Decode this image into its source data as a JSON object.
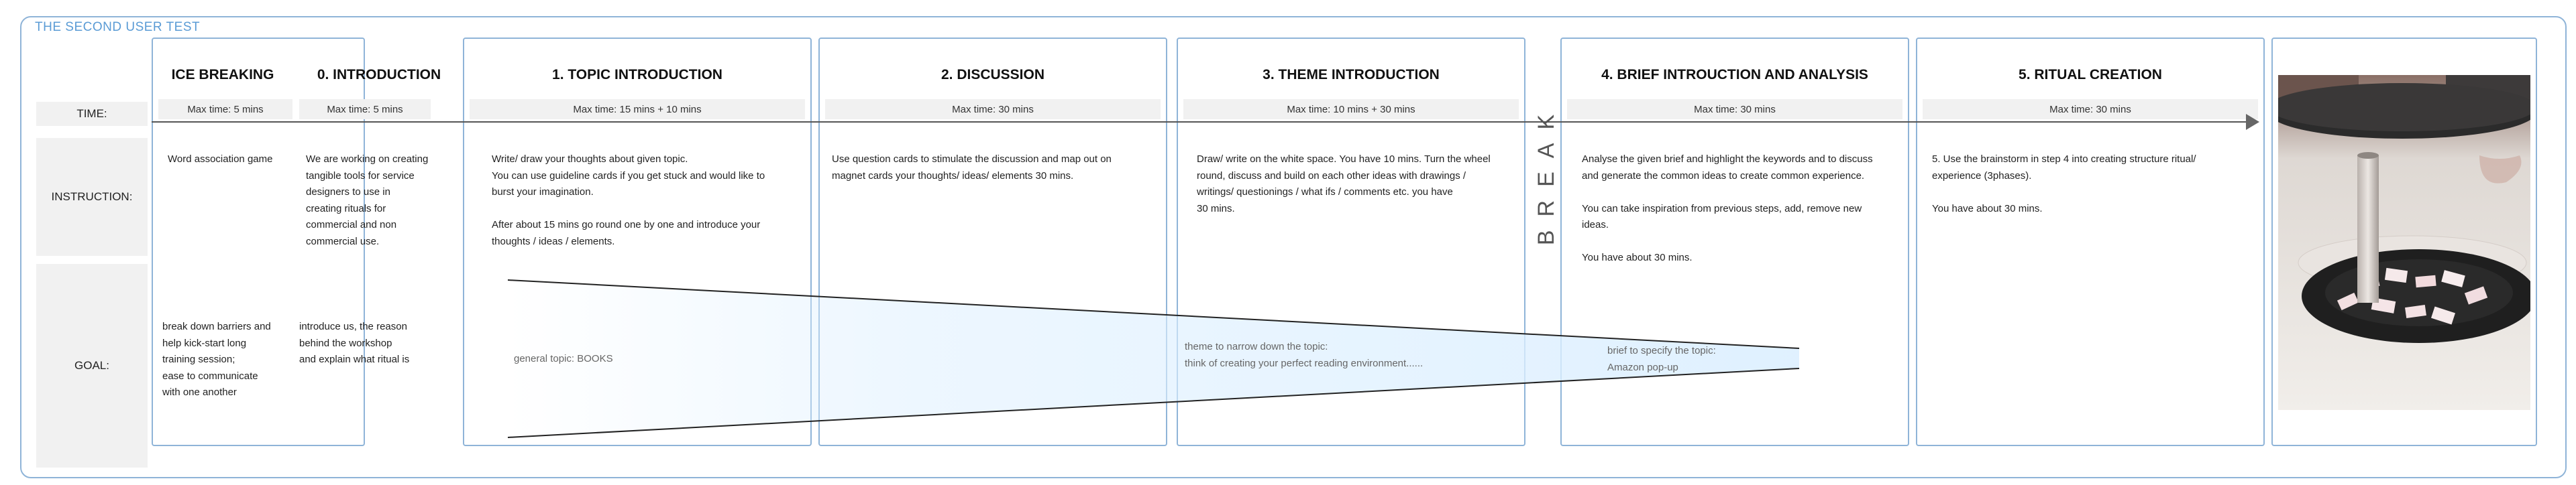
{
  "title": "THE SECOND USER TEST",
  "row_labels": {
    "time": "TIME:",
    "instruction": "INSTRUCTION:",
    "goal": "GOAL:"
  },
  "break_label": "BREAK",
  "stages": {
    "ice": {
      "header": "ICE BREAKING",
      "time": "Max time: 5 mins",
      "instruction": "Word association game",
      "goal": "break down barriers and\nhelp kick-start long\ntraining session;\nease to communicate\nwith one another"
    },
    "intro": {
      "header": "0. INTRODUCTION",
      "time": "Max time: 5 mins",
      "instruction": "We are working on creating\ntangible tools for service\ndesigners to use in\ncreating rituals for\ncommercial and non\ncommercial use.",
      "goal": "introduce us, the reason\nbehind the workshop\nand explain what ritual is"
    },
    "topic": {
      "header": "1. TOPIC INTRODUCTION",
      "time": "Max time: 15 mins + 10 mins",
      "instruction": "Write/ draw your thoughts about given topic.\nYou can use guideline cards if you get stuck and would like to\nburst your imagination.\n\nAfter about 15 mins go round one by one and introduce your\nthoughts / ideas / elements.",
      "goal": "general topic: BOOKS"
    },
    "discussion": {
      "header": "2. DISCUSSION",
      "time": "Max time: 30 mins",
      "instruction": "Use question cards to stimulate the discussion and map out on\nmagnet cards your thoughts/ ideas/ elements 30 mins."
    },
    "theme": {
      "header": "3. THEME INTRODUCTION",
      "time": "Max time: 10 mins + 30 mins",
      "instruction": "Draw/ write on the white space. You have 10 mins. Turn the wheel\nround, discuss and build  on each other ideas with drawings /\nwritings/ questionings / what ifs / comments etc. you have\n 30 mins.",
      "goal": "theme to narrow down the topic:\nthink of creating your perfect reading environment......"
    },
    "brief": {
      "header": "4. BRIEF INTROUCTION AND ANALYSIS",
      "time": "Max time: 30 mins",
      "instruction": "Analyse the given brief and highlight the keywords and to discuss\nand generate the common ideas to create common experience.\n\nYou can take inspiration from previous steps, add, remove new\nideas.\n\nYou have about 30 mins.",
      "goal": "brief to specify the topic:\nAmazon pop-up"
    },
    "ritual": {
      "header": "5. RITUAL CREATION",
      "time": "Max time: 30 mins",
      "instruction": "5. Use the brainstorm in step 4 into creating structure ritual/\nexperience (3phases).\n\nYou have about 30 mins."
    }
  },
  "colors": {
    "accent": "#5a9bd5",
    "border": "#8fb4d8",
    "label_bg": "#f1f1f1",
    "funnel": "#dcefff"
  },
  "photo_icon": "wheel-prototype-photo"
}
